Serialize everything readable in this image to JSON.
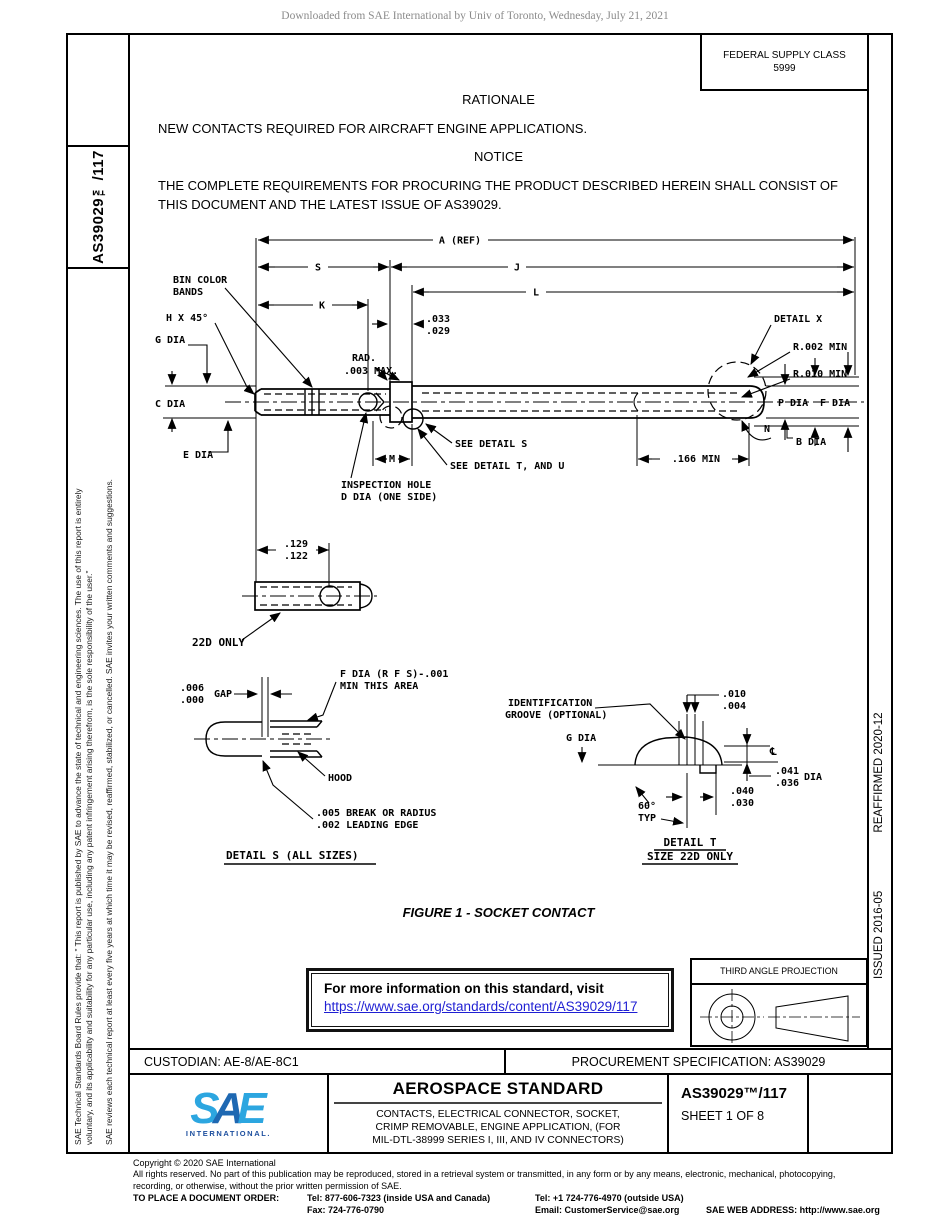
{
  "watermark": "Downloaded from SAE International by Univ of Toronto, Wednesday, July 21, 2021",
  "left_sidebar": {
    "doc_number": "AS39029™/117",
    "disclaimer_line1": "SAE Technical Standards Board Rules provide that: \" This report is published by SAE to advance the state of technical and engineering sciences. The use of this report is entirely",
    "disclaimer_line2": "voluntary, and its applicability and suitability for any particular use, including any patent infringement arising therefrom, is the sole responsibility of the user.\"",
    "review_note": "SAE reviews each technical report at least every five years at which time it may be revised, reaffirmed, stabilized, or cancelled. SAE invites your written comments and suggestions."
  },
  "right_sidebar": {
    "issued": "ISSUED 2016-05",
    "reaffirmed": "REAFFIRMED 2020-12"
  },
  "header": {
    "fsc_label": "FEDERAL SUPPLY CLASS",
    "fsc_value": "5999",
    "rationale_title": "RATIONALE",
    "rationale_text": "NEW CONTACTS REQUIRED FOR AIRCRAFT ENGINE APPLICATIONS.",
    "notice_title": "NOTICE",
    "notice_text": "THE COMPLETE REQUIREMENTS FOR PROCURING THE PRODUCT DESCRIBED HEREIN SHALL CONSIST OF THIS DOCUMENT AND THE LATEST ISSUE OF AS39029."
  },
  "figure": {
    "caption": "FIGURE 1 - SOCKET CONTACT",
    "labels": {
      "a_ref": "A (REF)",
      "s": "S",
      "j": "J",
      "k": "K",
      "l": "L",
      "bin_color_1": "BIN COLOR",
      "bin_color_2": "BANDS",
      "h_x_45": "H X 45°",
      "g_dia": "G DIA",
      "c_dia": "C DIA",
      "e_dia": "E DIA",
      "rad_1": "RAD.",
      "rad_2": ".003 MAX.",
      "dim_033": ".033",
      "dim_029": ".029",
      "detail_x": "DETAIL X",
      "r_002": "R.002 MIN",
      "r_010": "R.010 MIN",
      "p_dia": "P DIA",
      "f_dia": "F DIA",
      "n": "N",
      "b_dia": "B DIA",
      "min_166": ".166 MIN",
      "m": "M",
      "see_detail_s": "SEE DETAIL S",
      "see_detail_tu": "SEE DETAIL T, AND U",
      "insp_1": "INSPECTION HOLE",
      "insp_2": "D DIA (ONE SIDE)",
      "dim_129": ".129",
      "dim_122": ".122",
      "only_22d": "22D ONLY",
      "gap_006": ".006",
      "gap_000": ".000",
      "gap": "GAP",
      "fdia_rfs_1": "F DIA (R F S)-.001",
      "fdia_rfs_2": "MIN THIS AREA",
      "hood": "HOOD",
      "break_1": ".005 BREAK OR RADIUS",
      "break_2": ".002 LEADING EDGE",
      "detail_s_caption": "DETAIL S (ALL SIZES)",
      "ident_1": "IDENTIFICATION",
      "ident_2": "GROOVE (OPTIONAL)",
      "g_dia_t": "G DIA",
      "dim_010": ".010",
      "dim_004": ".004",
      "cl_symbol": "℄",
      "dim_041": ".041",
      "dim_036": ".036",
      "dia": "DIA",
      "dim_040": ".040",
      "dim_030": ".030",
      "deg_60": "60°",
      "typ": "TYP",
      "detail_t_1": "DETAIL T",
      "detail_t_2": "SIZE 22D ONLY"
    }
  },
  "info_box": {
    "text": "For more information on this standard, visit",
    "link": "https://www.sae.org/standards/content/AS39029/117"
  },
  "projection": {
    "title": "THIRD ANGLE PROJECTION"
  },
  "custodian_bar": {
    "custodian": "CUSTODIAN: AE-8/AE-8C1",
    "procurement": "PROCUREMENT SPECIFICATION: AS39029"
  },
  "title_block": {
    "logo_s": "S",
    "logo_a": "A",
    "logo_e": "E",
    "logo_sub": "INTERNATIONAL.",
    "standard_type": "AEROSPACE STANDARD",
    "desc_line1": "CONTACTS, ELECTRICAL CONNECTOR, SOCKET,",
    "desc_line2": "CRIMP REMOVABLE, ENGINE APPLICATION, (FOR",
    "desc_line3": "MIL-DTL-38999 SERIES I, III, AND IV CONNECTORS)",
    "doc_number": "AS39029™/117",
    "sheet": "SHEET 1 OF 8"
  },
  "footer": {
    "copyright": "Copyright © 2020 SAE International",
    "rights_line1": "All rights reserved. No part of this publication may be reproduced, stored in a retrieval system or transmitted, in any form or by any means, electronic, mechanical, photocopying,",
    "rights_line2": "recording, or otherwise, without the prior written permission of SAE.",
    "order_label": "TO PLACE A DOCUMENT ORDER:",
    "tel_inside": "Tel: 877-606-7323 (inside USA and Canada)",
    "tel_outside": "Tel: +1 724-776-4970 (outside USA)",
    "fax": "Fax: 724-776-0790",
    "email": "Email: CustomerService@sae.org",
    "web": "SAE WEB ADDRESS: http://www.sae.org"
  }
}
